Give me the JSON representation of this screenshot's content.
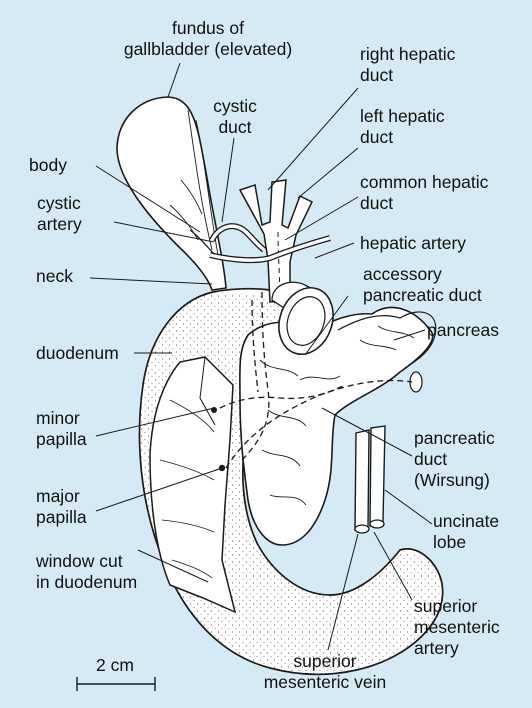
{
  "colors": {
    "background": "#d6eaf6",
    "line": "#1a1a1a",
    "fill": "#ffffff"
  },
  "labels": {
    "fundus": "fundus of\ngallbladder (elevated)",
    "cystic_duct": "cystic\nduct",
    "right_hepatic_duct": "right hepatic\nduct",
    "left_hepatic_duct": "left hepatic\nduct",
    "body": "body",
    "common_hepatic_duct": "common hepatic\nduct",
    "cystic_artery": "cystic\nartery",
    "hepatic_artery": "hepatic artery",
    "neck": "neck",
    "accessory_pancreatic_duct": "accessory\npancreatic duct",
    "pancreas": "pancreas",
    "duodenum": "duodenum",
    "minor_papilla": "minor\npapilla",
    "pancreatic_duct": "pancreatic\nduct\n(Wirsung)",
    "major_papilla": "major\npapilla",
    "uncinate_lobe": "uncinate\nlobe",
    "window_cut": "window cut\nin duodenum",
    "superior_mesenteric_artery": "superior\nmesenteric\nartery",
    "superior_mesenteric_vein": "superior\nmesenteric vein",
    "scale": "2 cm"
  }
}
